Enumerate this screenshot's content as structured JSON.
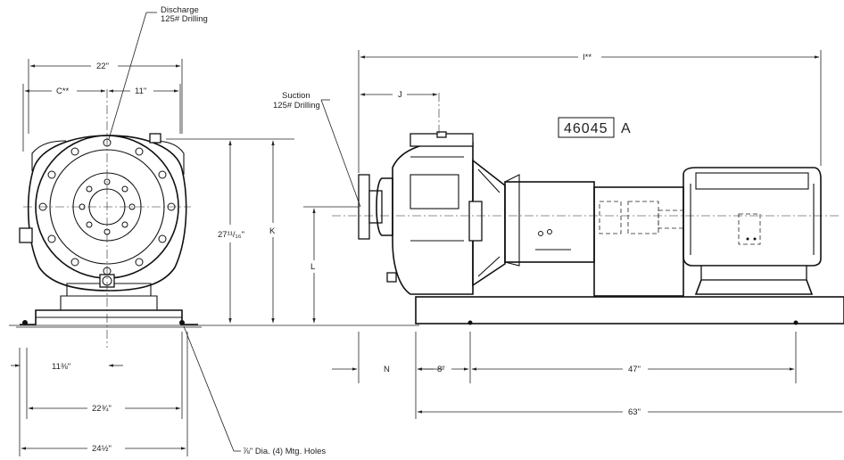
{
  "drawing": {
    "model_code": "46045",
    "model_suffix": "A"
  },
  "labels": {
    "discharge_line1": "Discharge",
    "discharge_line2": "125# Drilling",
    "suction_line1": "Suction",
    "suction_line2": "125# Drilling",
    "dim_22": "22\"",
    "dim_c": "C**",
    "dim_11": "11\"",
    "dim_27": "27¹¹/₁₆\"",
    "dim_k": "K",
    "dim_l": "L",
    "dim_11_3_8": "11⅜\"",
    "dim_22_3_4": "22¾\"",
    "dim_24_1_2": "24½\"",
    "holes_note": "⅞\" Dia. (4) Mtg. Holes",
    "dim_i": "I**",
    "dim_j": "J",
    "dim_n": "N",
    "dim_8": "8\"",
    "dim_47": "47\"",
    "dim_63": "63\""
  }
}
